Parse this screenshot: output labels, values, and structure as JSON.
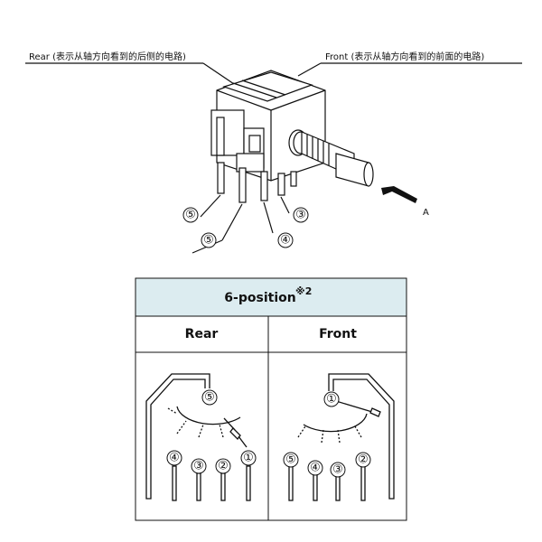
{
  "top": {
    "rear_label": "Rear (表示从轴方向看到的后侧的电路)",
    "front_label": "Front (表示从轴方向看到的前面的电路)",
    "arrow_label": "A",
    "pins": [
      "⑤",
      "⑤",
      "④",
      "③"
    ]
  },
  "table": {
    "title": "6-position",
    "title_note": "※2",
    "rear_header": "Rear",
    "front_header": "Front",
    "rear_terminals": [
      "⑤",
      "④",
      "③",
      "②",
      "①"
    ],
    "front_terminals": [
      "①",
      "⑤",
      "④",
      "③",
      "②"
    ]
  },
  "colors": {
    "title_bg": "#dcecf0",
    "line": "#111111"
  }
}
